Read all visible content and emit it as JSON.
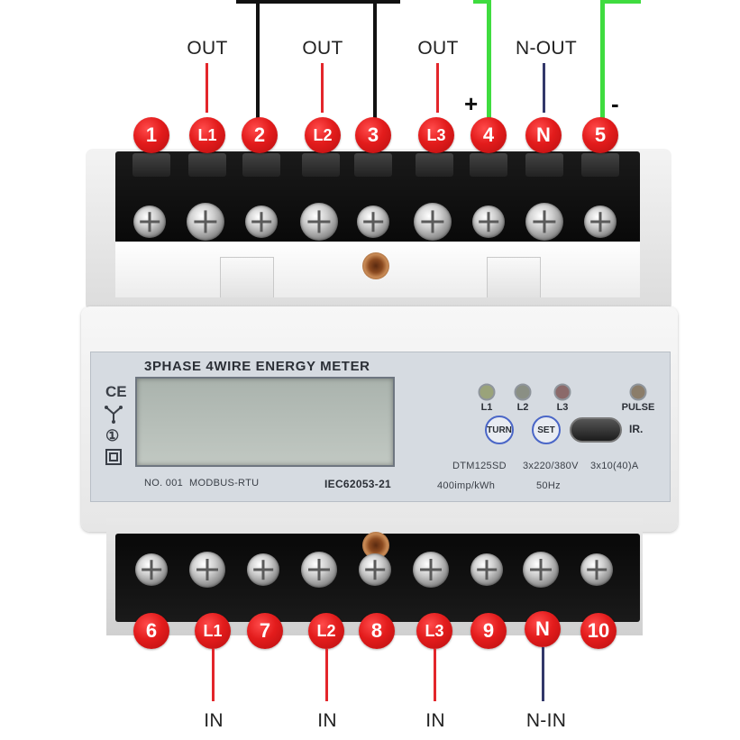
{
  "colors": {
    "badge_red": "#e31c1c",
    "wire_black": "#111111",
    "wire_green": "#3fdc3f",
    "neutral_lead": "#33386a",
    "panel": "#d6dbe1"
  },
  "top_terminals": [
    {
      "label": "1"
    },
    {
      "label": "L1"
    },
    {
      "label": "2"
    },
    {
      "label": "L2"
    },
    {
      "label": "3"
    },
    {
      "label": "L3"
    },
    {
      "label": "4"
    },
    {
      "label": "N"
    },
    {
      "label": "5"
    }
  ],
  "bottom_terminals": [
    {
      "label": "6"
    },
    {
      "label": "L1"
    },
    {
      "label": "7"
    },
    {
      "label": "L2"
    },
    {
      "label": "8"
    },
    {
      "label": "L3"
    },
    {
      "label": "9"
    },
    {
      "label": "N"
    },
    {
      "label": "10"
    }
  ],
  "top_wire_labels": {
    "l1": "OUT",
    "l2": "OUT",
    "l3": "OUT",
    "n": "N-OUT"
  },
  "bottom_wire_labels": {
    "l1": "IN",
    "l2": "IN",
    "l3": "IN",
    "n": "N-IN"
  },
  "pulse_signs": {
    "plus": "+",
    "minus": "-"
  },
  "panel": {
    "title": "3PHASE 4WIRE ENERGY METER",
    "certifications": {
      "ce": "CE",
      "class": "①"
    },
    "serial": "NO. 001",
    "protocol": "MODBUS-RTU",
    "standard": "IEC62053-21",
    "leds": [
      {
        "label": "L1"
      },
      {
        "label": "L2"
      },
      {
        "label": "L3"
      },
      {
        "label": "PULSE"
      }
    ],
    "buttons": {
      "turn": "TURN",
      "set": "SET"
    },
    "ir_label": "IR.",
    "model": "DTM125SD",
    "voltage": "3x220/380V",
    "current": "3x10(40)A",
    "impulse": "400imp/kWh",
    "frequency": "50Hz",
    "icons": [
      "ce-mark-icon",
      "three-phase-symbol-icon",
      "class-one-icon",
      "double-insulation-icon"
    ]
  }
}
